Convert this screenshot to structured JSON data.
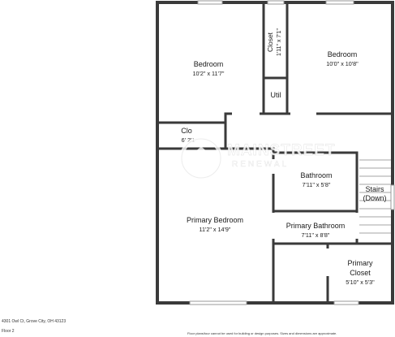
{
  "rooms": {
    "bedroom_left": {
      "name": "Bedroom",
      "dims": "10'2\" x 11'7\""
    },
    "closet_top": {
      "name": "Closet",
      "dims": "1'11\" x 7'1\""
    },
    "bedroom_right": {
      "name": "Bedroom",
      "dims": "10'0\" x 10'8\""
    },
    "util": {
      "name": "Util"
    },
    "closet_small": {
      "name": "Clo",
      "dims": "6' 2'1"
    },
    "bathroom": {
      "name": "Bathroom",
      "dims": "7'11\" x 5'8\""
    },
    "stairs": {
      "name": "Stairs",
      "sub": "(Down)"
    },
    "primary_bedroom": {
      "name": "Primary Bedroom",
      "dims": "11'2\" x 14'9\""
    },
    "primary_bathroom": {
      "name": "Primary Bathroom",
      "dims": "7'11\" x 8'8\""
    },
    "primary_closet": {
      "name": "Primary",
      "name2": "Closet",
      "dims": "5'10\" x 5'3\""
    }
  },
  "watermark": {
    "brand": "MAINSTREET",
    "sub": "RENEWAL"
  },
  "footer": {
    "address": "4301 Owl Ct, Grove City, OH 43123",
    "floor": "Floor 2",
    "disclaimer": "Floor plans/tour cannot be used for building or design purposes. Sizes and dimensions are approximate."
  }
}
